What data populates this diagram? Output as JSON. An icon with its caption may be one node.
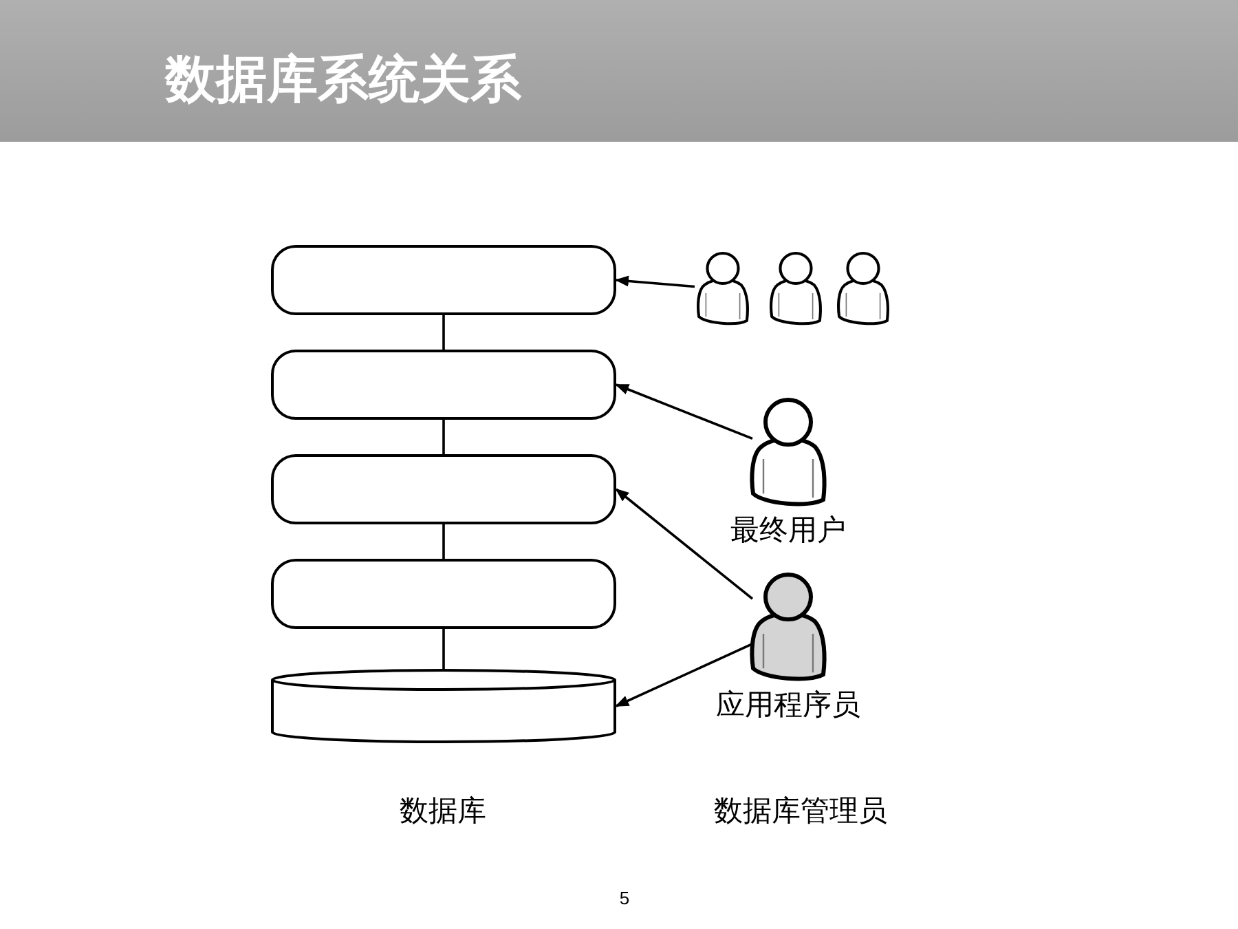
{
  "diagram": {
    "title": "数据库系统关系",
    "nodes": [
      {
        "text": [],
        "shape": "box"
      },
      {
        "text": [],
        "shape": "box"
      },
      {
        "text": [],
        "shape": "box"
      },
      {
        "text": [],
        "shape": "box"
      },
      {
        "text": [],
        "shape": "cylinder"
      },
      {
        "text": [],
        "shape": "person"
      },
      {
        "text": [],
        "shape": "person"
      },
      {
        "text": [],
        "shape": "person"
      },
      {
        "text": [
          "最终用户"
        ]
      },
      {
        "text": [
          "应用程序员"
        ]
      }
    ],
    "edges": [
      {
        "from": 0,
        "to": 1,
        "arrow": "none"
      },
      {
        "from": 1,
        "to": 2,
        "arrow": "none"
      },
      {
        "from": 2,
        "to": 3,
        "arrow": "none"
      },
      {
        "from": 3,
        "to": 4,
        "arrow": "none"
      },
      {
        "from": 5,
        "to": 0,
        "arrow": "to"
      },
      {
        "from": 8,
        "to": 1,
        "arrow": "to"
      },
      {
        "from": 9,
        "to": 2,
        "arrow": "to"
      },
      {
        "from": 9,
        "to": 4,
        "arrow": "to"
      }
    ],
    "labels": [
      "数据库",
      "数据库管理员",
      "5"
    ]
  }
}
